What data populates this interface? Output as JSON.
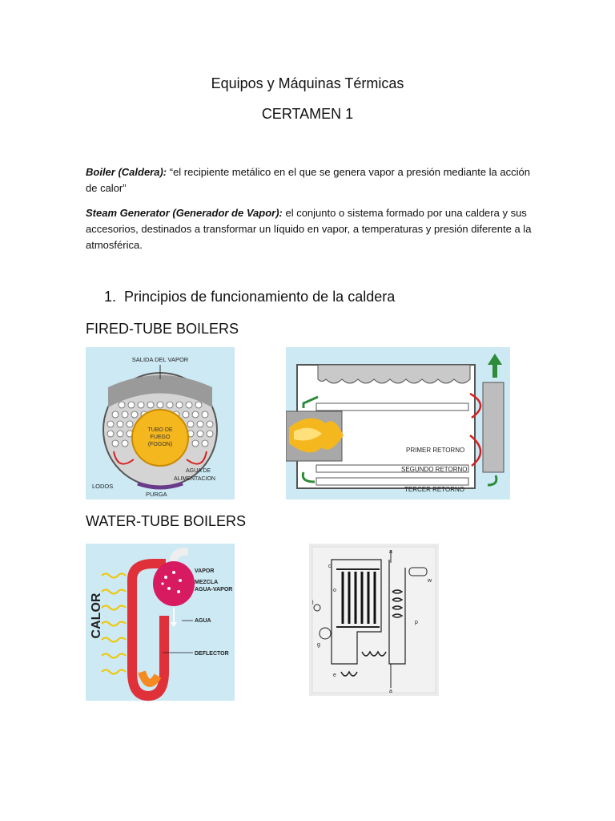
{
  "header": {
    "title": "Equipos y Máquinas Térmicas",
    "subtitle": "CERTAMEN 1"
  },
  "definitions": [
    {
      "term": "Boiler (Caldera):",
      "text": " “el recipiente metálico en el que se genera vapor a presión mediante la acción de calor”"
    },
    {
      "term": "Steam Generator (Generador de Vapor):",
      "text": "  el conjunto o sistema formado por una caldera y sus accesorios, destinados a transformar un líquido en vapor, a temperaturas y presión diferente a la atmosférica."
    }
  ],
  "section1": {
    "number": "1.",
    "title": "Principios de funcionamiento de la caldera"
  },
  "fired_tube": {
    "heading": "FIRED-TUBE BOILERS",
    "figure1": {
      "labels": {
        "steam_out": "SALIDA DEL VAPOR",
        "tube_line1": "TUBO DE",
        "tube_line2": "FUEGO",
        "tube_line3": "(FOGON)",
        "feed_line1": "AGUA DE",
        "feed_line2": "ALIMENTACION",
        "sludge": "LODOS",
        "purge": "PURGA"
      }
    },
    "figure2": {
      "labels": {
        "first": "PRIMER RETORNO",
        "second": "SEGUNDO RETORNO",
        "third": "TERCER RETORNO"
      }
    }
  },
  "water_tube": {
    "heading": "WATER-TUBE BOILERS",
    "figure1": {
      "labels": {
        "heat": "CALOR",
        "steam": "VAPOR",
        "mix_line1": "MEZCLA",
        "mix_line2": "AGUA-VAPOR",
        "water": "AGUA",
        "deflector": "DEFLECTOR"
      }
    },
    "figure2": {
      "labels": {
        "a_top": "a",
        "c": "c",
        "e": "e",
        "l": "l",
        "g": "g",
        "o": "o",
        "w": "w",
        "p": "p",
        "a_bottom": "a"
      }
    }
  }
}
